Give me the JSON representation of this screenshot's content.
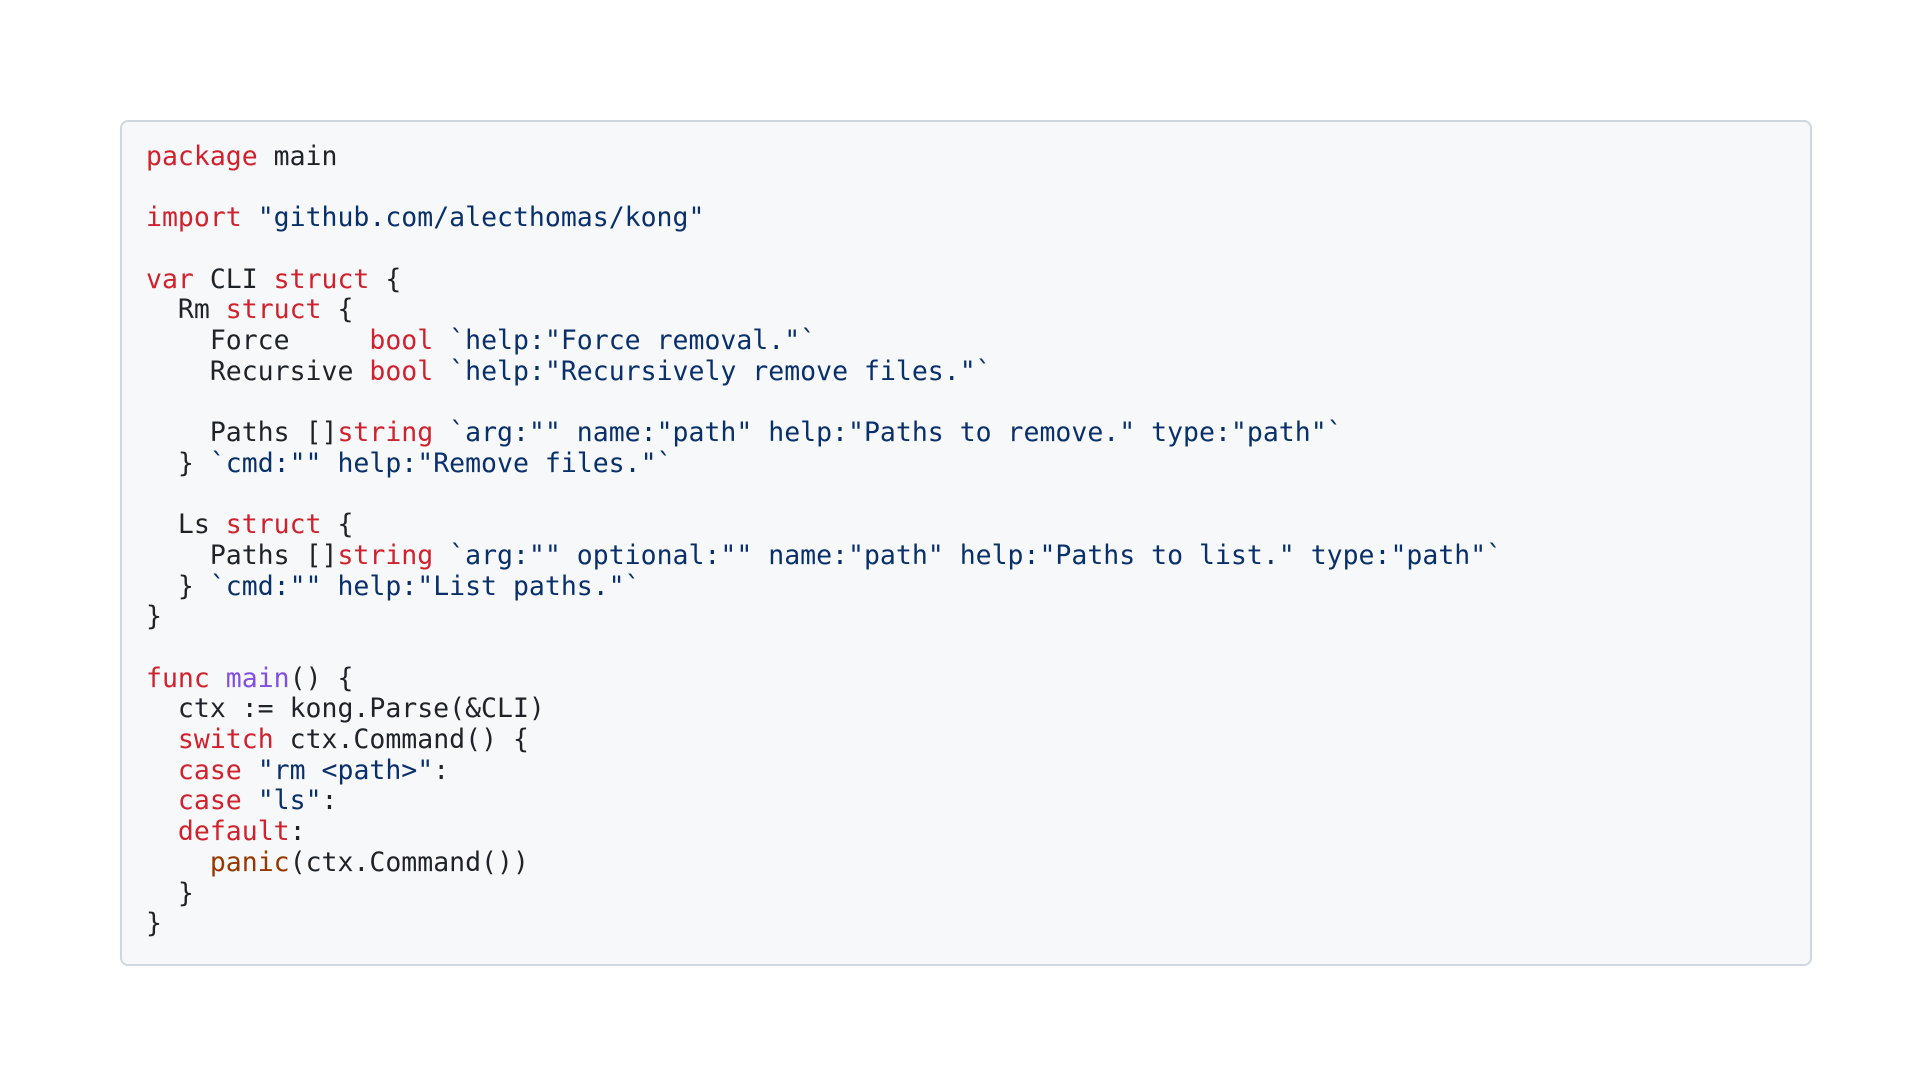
{
  "colors": {
    "background": "#ffffff",
    "code_background": "#f6f8fa",
    "border": "#d0d7de",
    "keyword": "#cf222e",
    "string": "#0a3069",
    "function": "#8250df",
    "builtin": "#953800",
    "text": "#1f2328"
  },
  "code": {
    "language": "go",
    "lines": [
      [
        {
          "t": "kw",
          "v": "package"
        },
        {
          "t": "plain",
          "v": " main"
        }
      ],
      [],
      [
        {
          "t": "kw",
          "v": "import"
        },
        {
          "t": "plain",
          "v": " "
        },
        {
          "t": "str",
          "v": "\"github.com/alecthomas/kong\""
        }
      ],
      [],
      [
        {
          "t": "kw",
          "v": "var"
        },
        {
          "t": "plain",
          "v": " CLI "
        },
        {
          "t": "kw",
          "v": "struct"
        },
        {
          "t": "plain",
          "v": " {"
        }
      ],
      [
        {
          "t": "plain",
          "v": "  Rm "
        },
        {
          "t": "kw",
          "v": "struct"
        },
        {
          "t": "plain",
          "v": " {"
        }
      ],
      [
        {
          "t": "plain",
          "v": "    Force     "
        },
        {
          "t": "kw",
          "v": "bool"
        },
        {
          "t": "plain",
          "v": " "
        },
        {
          "t": "str",
          "v": "`help:\"Force removal.\"`"
        }
      ],
      [
        {
          "t": "plain",
          "v": "    Recursive "
        },
        {
          "t": "kw",
          "v": "bool"
        },
        {
          "t": "plain",
          "v": " "
        },
        {
          "t": "str",
          "v": "`help:\"Recursively remove files.\"`"
        }
      ],
      [],
      [
        {
          "t": "plain",
          "v": "    Paths []"
        },
        {
          "t": "kw",
          "v": "string"
        },
        {
          "t": "plain",
          "v": " "
        },
        {
          "t": "str",
          "v": "`arg:\"\" name:\"path\" help:\"Paths to remove.\" type:\"path\"`"
        }
      ],
      [
        {
          "t": "plain",
          "v": "  } "
        },
        {
          "t": "str",
          "v": "`cmd:\"\" help:\"Remove files.\"`"
        }
      ],
      [],
      [
        {
          "t": "plain",
          "v": "  Ls "
        },
        {
          "t": "kw",
          "v": "struct"
        },
        {
          "t": "plain",
          "v": " {"
        }
      ],
      [
        {
          "t": "plain",
          "v": "    Paths []"
        },
        {
          "t": "kw",
          "v": "string"
        },
        {
          "t": "plain",
          "v": " "
        },
        {
          "t": "str",
          "v": "`arg:\"\" optional:\"\" name:\"path\" help:\"Paths to list.\" type:\"path\"`"
        }
      ],
      [
        {
          "t": "plain",
          "v": "  } "
        },
        {
          "t": "str",
          "v": "`cmd:\"\" help:\"List paths.\"`"
        }
      ],
      [
        {
          "t": "plain",
          "v": "}"
        }
      ],
      [],
      [
        {
          "t": "kw",
          "v": "func"
        },
        {
          "t": "plain",
          "v": " "
        },
        {
          "t": "fn",
          "v": "main"
        },
        {
          "t": "plain",
          "v": "() {"
        }
      ],
      [
        {
          "t": "plain",
          "v": "  ctx := kong.Parse(&CLI)"
        }
      ],
      [
        {
          "t": "plain",
          "v": "  "
        },
        {
          "t": "kw",
          "v": "switch"
        },
        {
          "t": "plain",
          "v": " ctx.Command() {"
        }
      ],
      [
        {
          "t": "plain",
          "v": "  "
        },
        {
          "t": "kw",
          "v": "case"
        },
        {
          "t": "plain",
          "v": " "
        },
        {
          "t": "str",
          "v": "\"rm <path>\""
        },
        {
          "t": "plain",
          "v": ":"
        }
      ],
      [
        {
          "t": "plain",
          "v": "  "
        },
        {
          "t": "kw",
          "v": "case"
        },
        {
          "t": "plain",
          "v": " "
        },
        {
          "t": "str",
          "v": "\"ls\""
        },
        {
          "t": "plain",
          "v": ":"
        }
      ],
      [
        {
          "t": "plain",
          "v": "  "
        },
        {
          "t": "kw",
          "v": "default"
        },
        {
          "t": "plain",
          "v": ":"
        }
      ],
      [
        {
          "t": "plain",
          "v": "    "
        },
        {
          "t": "builtin",
          "v": "panic"
        },
        {
          "t": "plain",
          "v": "(ctx.Command())"
        }
      ],
      [
        {
          "t": "plain",
          "v": "  }"
        }
      ],
      [
        {
          "t": "plain",
          "v": "}"
        }
      ]
    ]
  }
}
